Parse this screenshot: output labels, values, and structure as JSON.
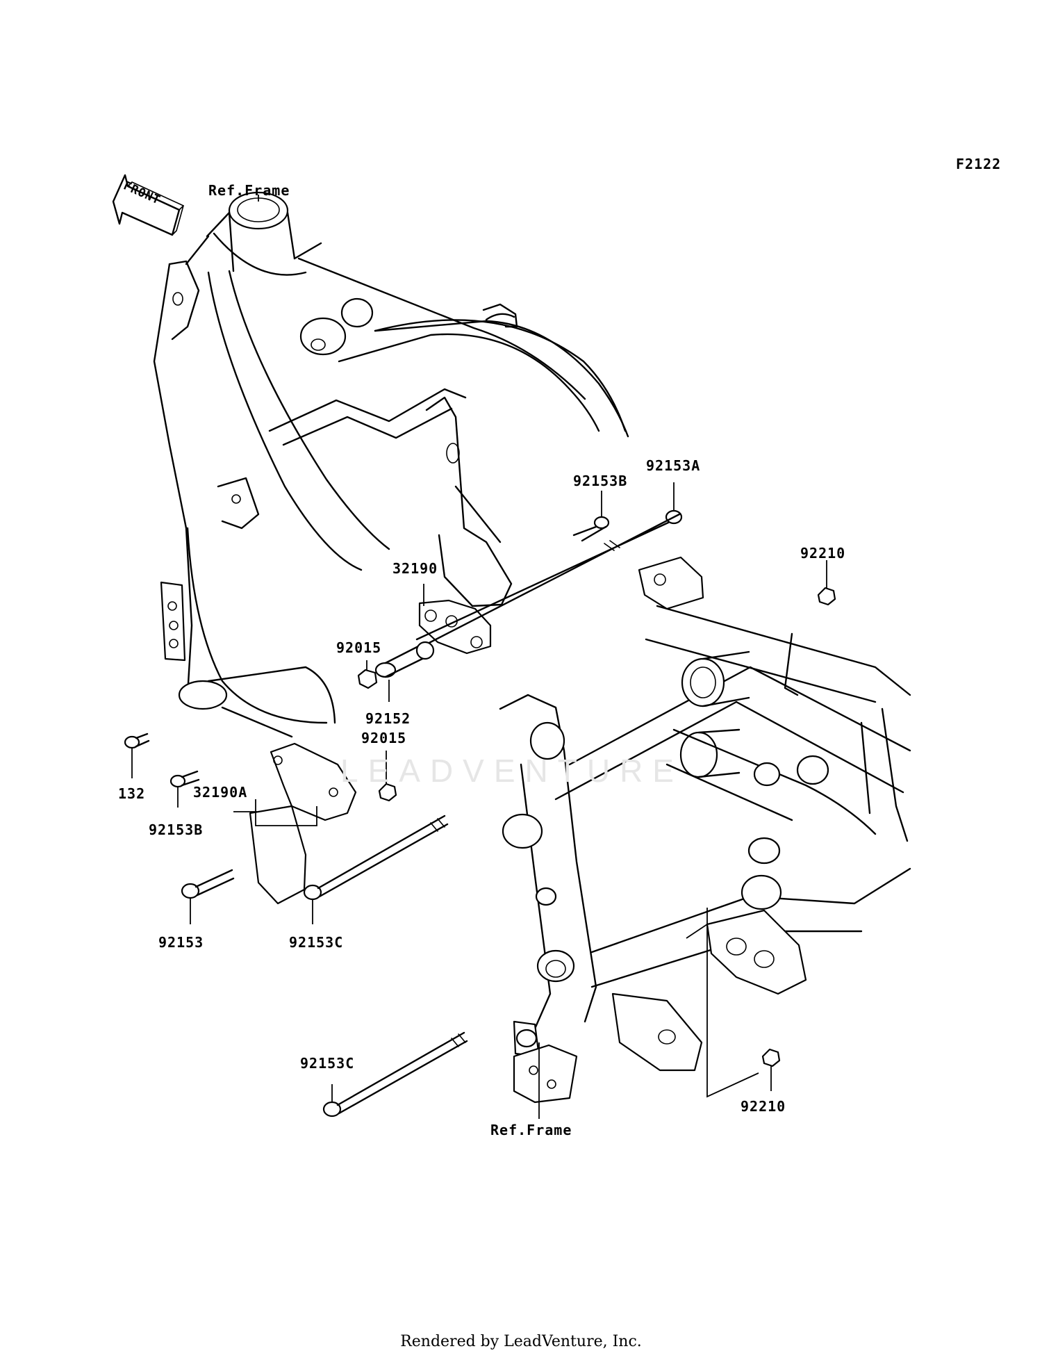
{
  "diagram_code": "F2122",
  "front_label": "FRONT",
  "ref_frame_top": "Ref.Frame",
  "ref_frame_bottom": "Ref.Frame",
  "watermark": "LEADVENTURE",
  "footer": "Rendered by LeadVenture, Inc.",
  "parts": {
    "p92153A": "92153A",
    "p92153B_top": "92153B",
    "p92210_top": "92210",
    "p32190": "32190",
    "p92015_top": "92015",
    "p92152": "92152",
    "p92015_mid": "92015",
    "p132": "132",
    "p32190A": "32190A",
    "p92153B_left": "92153B",
    "p92153": "92153",
    "p92153C_mid": "92153C",
    "p92153C_bottom": "92153C",
    "p92210_bottom": "92210"
  },
  "colors": {
    "line": "#000000",
    "background": "#ffffff",
    "watermark": "#e6e6e6"
  }
}
